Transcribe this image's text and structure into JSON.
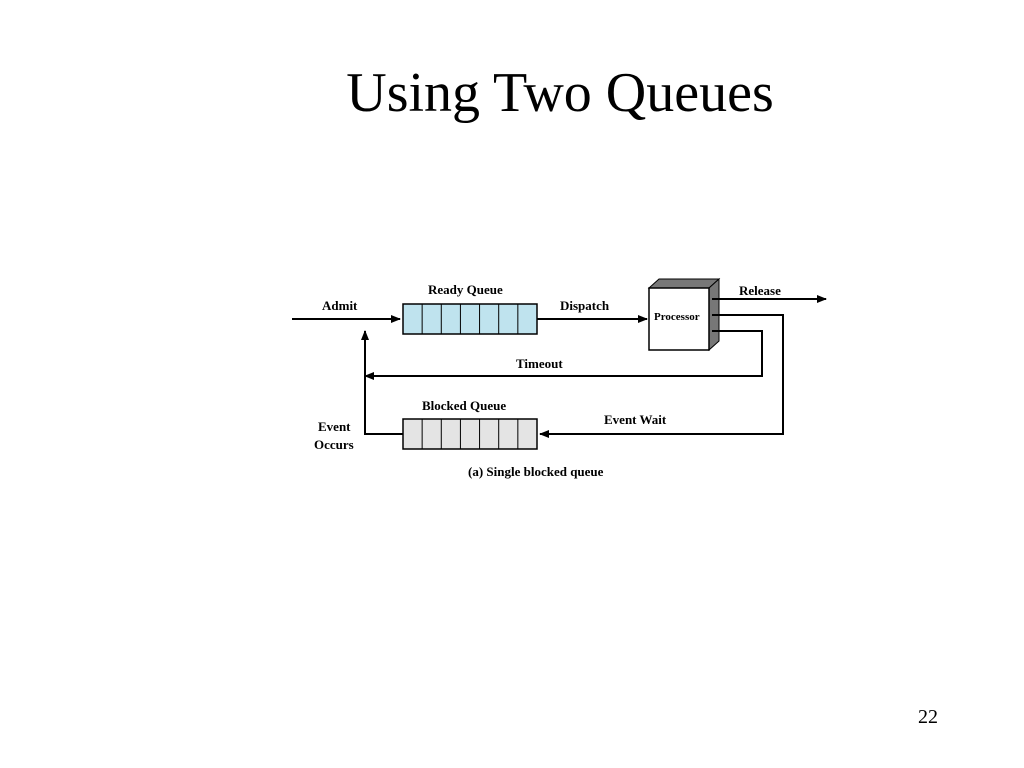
{
  "slide": {
    "title": "Using Two Queues",
    "page_number": "22"
  },
  "diagram": {
    "labels": {
      "admit": "Admit",
      "ready_queue": "Ready Queue",
      "dispatch": "Dispatch",
      "processor": "Processor",
      "release": "Release",
      "timeout": "Timeout",
      "blocked_queue": "Blocked Queue",
      "event_wait": "Event Wait",
      "event_occurs_line1": "Event",
      "event_occurs_line2": "Occurs",
      "caption": "(a) Single blocked queue"
    },
    "colors": {
      "ready_queue_fill": "#bfe3ee",
      "blocked_queue_fill": "#e4e4e4",
      "line": "#000000",
      "processor_shadow": "#777777"
    }
  }
}
